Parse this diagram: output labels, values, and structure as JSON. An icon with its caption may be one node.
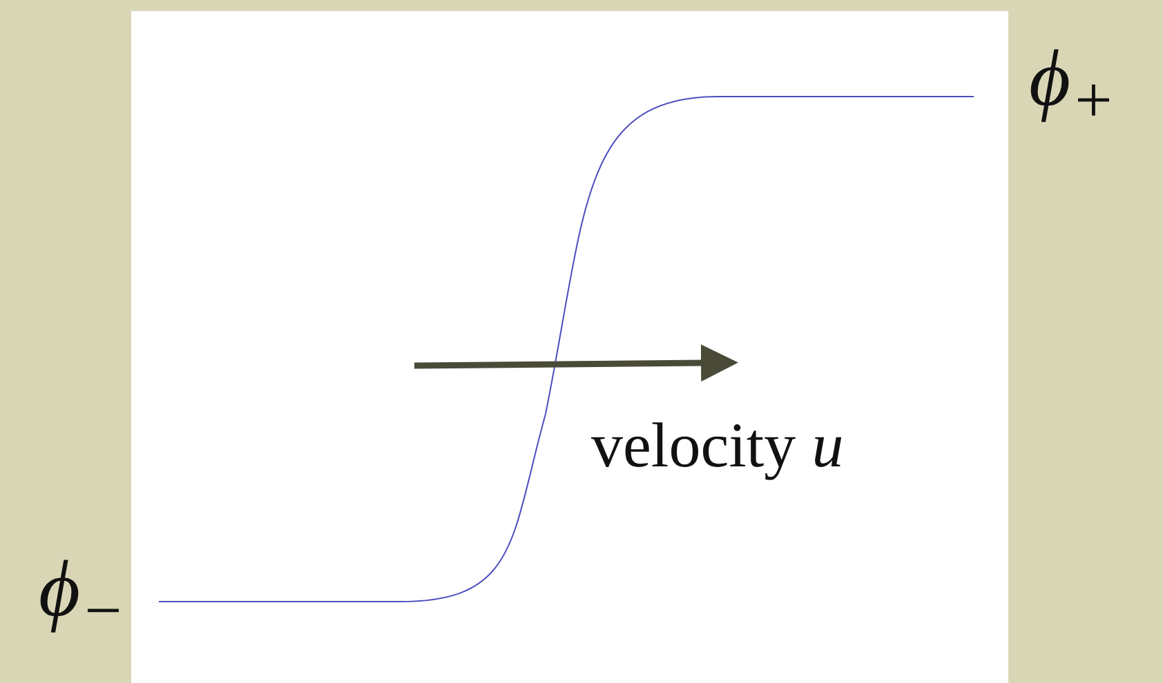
{
  "diagram": {
    "labels": [
      "ϕ$_{+}$",
      "velocity *u*",
      "ϕ$_{−}$"
    ]
  }
}
